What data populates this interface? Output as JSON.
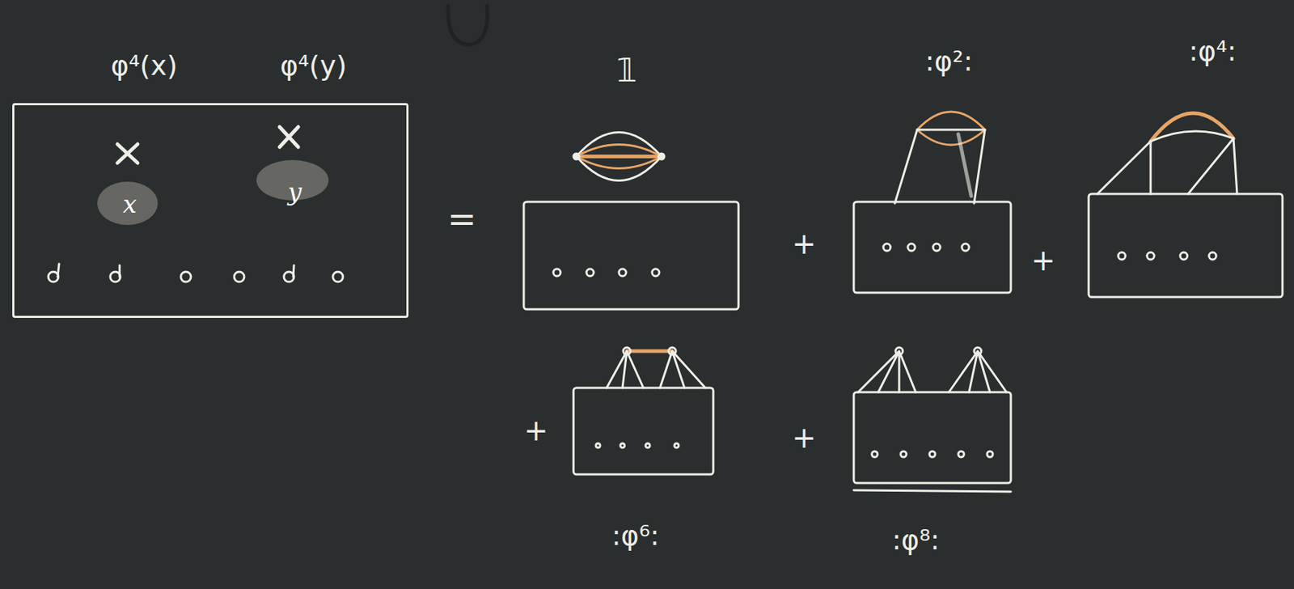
{
  "diagram": {
    "nodes": [
      {
        "text": [
          "x",
          "y"
        ]
      }
    ],
    "labels": [
      "φ⁴(x)",
      "φ⁴(y)",
      "=",
      "𝟙",
      ":φ²:",
      ":φ⁴:",
      "+",
      "+",
      "+",
      "+",
      ":φ⁶:",
      ":φ⁸:"
    ]
  }
}
